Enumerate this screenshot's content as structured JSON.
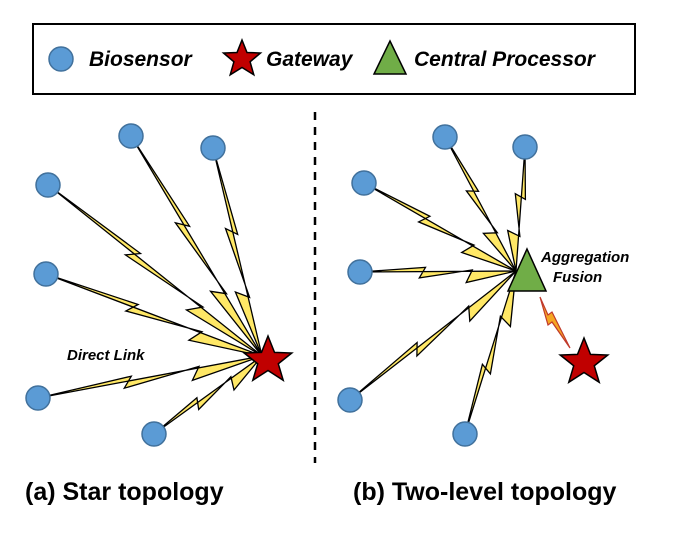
{
  "legend": {
    "biosensor_label": "Biosensor",
    "gateway_label": "Gateway",
    "central_processor_label": "Central Processor"
  },
  "star_topology": {
    "annotation": "Direct Link",
    "caption": "(a) Star topology"
  },
  "two_level_topology": {
    "annotation_line1": "Aggregation",
    "annotation_line2": "Fusion",
    "caption": "(b) Two-level topology"
  },
  "colors": {
    "biosensor": "#5b9bd5",
    "gateway": "#c00000",
    "central_processor": "#70ad47",
    "link": "#ffe866",
    "gateway_link": "#f5a623"
  }
}
